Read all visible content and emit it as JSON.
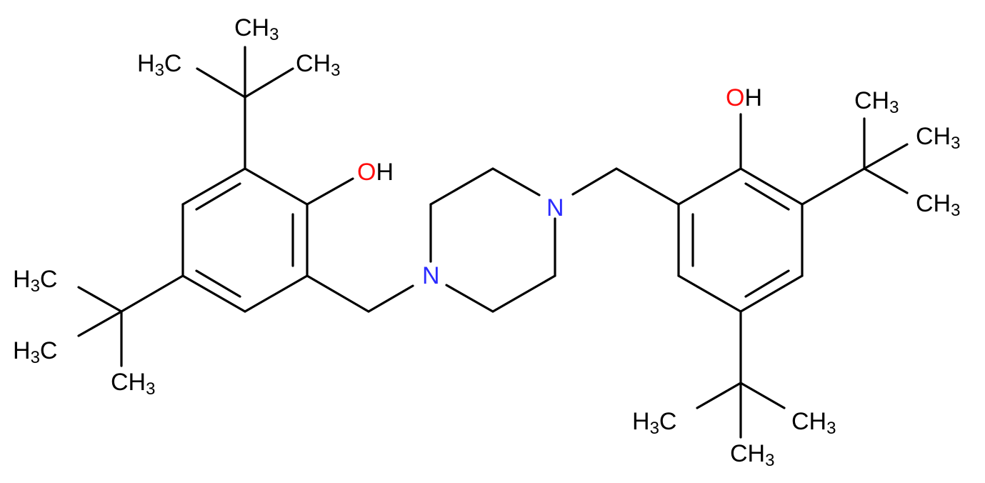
{
  "molecule": {
    "colors": {
      "bond": "#000000",
      "carbon_label": "#000000",
      "nitrogen_label": "#2b2bff",
      "oxygen_label": "#ff0d0d",
      "background": "#ffffff"
    },
    "labels": {
      "ch3_main": "CH",
      "h3c_main_h": "H",
      "h3c_main_c": "C",
      "subscript_3": "3",
      "hydroxyl_o": "O",
      "hydroxyl_h": "H",
      "nitrogen": "N"
    }
  }
}
